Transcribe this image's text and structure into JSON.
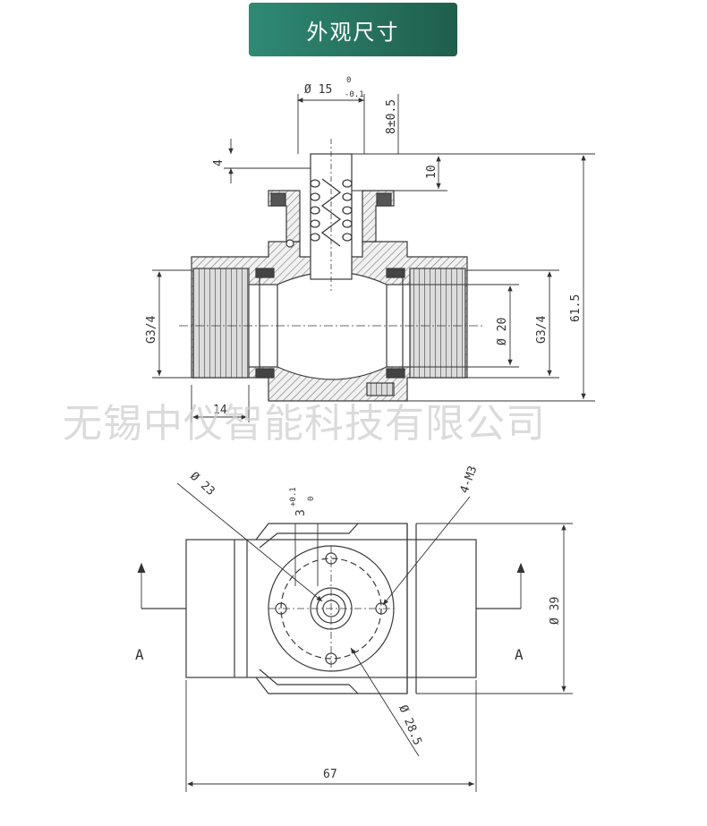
{
  "header": {
    "title": "外观尺寸"
  },
  "colors": {
    "badge_start": "#2f8a74",
    "badge_end": "#1f5e4c",
    "line": "#3a3a3a",
    "hatch": "#8a8a8a"
  },
  "watermark": "无锡中仪智能科技有限公司",
  "front_view": {
    "stem_dia": "Ø 15",
    "stem_tol_upper": "0",
    "stem_tol_lower": "-0.1",
    "dim_8": "8±0.5",
    "dim_4": "4",
    "dim_10": "10",
    "thread_left": "G3/4",
    "thread_right": "G3/4",
    "bore_dia": "Ø 20",
    "height": "61.5",
    "dim_14": "14"
  },
  "top_view": {
    "dia_23": "Ø 23",
    "dim_3": "3",
    "dim_3_tol_upper": "+0.1",
    "dim_3_tol_lower": "0",
    "holes": "4-M3",
    "dia_39": "Ø 39",
    "dia_28_5": "Ø 28.5",
    "section_left": "A",
    "section_right": "A",
    "width": "67"
  }
}
